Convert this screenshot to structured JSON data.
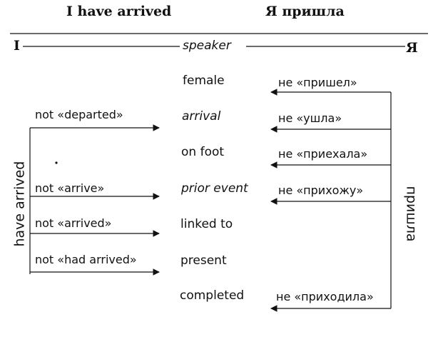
{
  "header": {
    "left_title": "I have arrived",
    "right_title": "Я пришла"
  },
  "axis": {
    "left_end": "I",
    "center": "speaker",
    "right_end": "Я"
  },
  "features": [
    {
      "text": "female",
      "italic": false
    },
    {
      "text": "arrival",
      "italic": true
    },
    {
      "text": "on foot",
      "italic": false
    },
    {
      "text": "prior event",
      "italic": true
    },
    {
      "text": "linked to",
      "italic": false
    },
    {
      "text": "present",
      "italic": false
    },
    {
      "text": "completed",
      "italic": false
    }
  ],
  "left_side": {
    "bracket_label": "have arrived",
    "labels": [
      "not «departed»",
      "not «arrive»",
      "not «arrived»",
      "not «had arrived»"
    ]
  },
  "right_side": {
    "bracket_label": "пришла",
    "labels": [
      "не «пришел»",
      "не «ушла»",
      "не «приехала»",
      "не «прихожу»",
      "не «приходила»"
    ]
  }
}
